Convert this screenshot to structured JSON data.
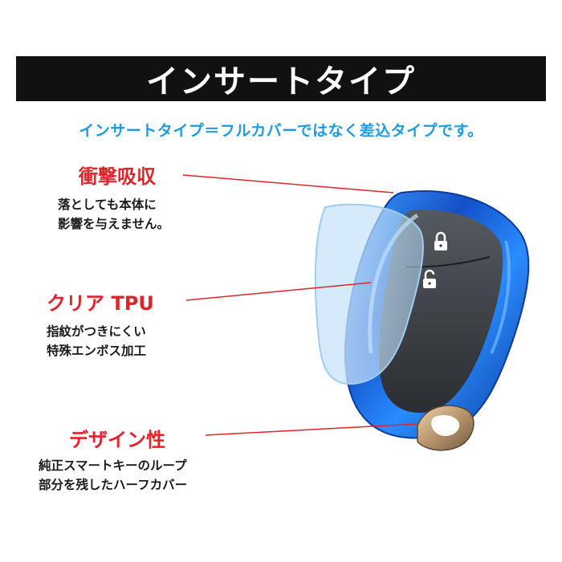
{
  "header": {
    "title": "インサートタイプ",
    "subtitle": "インサートタイプ＝フルカバーではなく差込タイプです。"
  },
  "features": [
    {
      "title": "衝撃吸収",
      "desc": [
        "落としても本体に",
        "影響を与えません。"
      ]
    },
    {
      "title": "クリア TPU",
      "desc": [
        "指紋がつきにくい",
        "特殊エンボス加工"
      ]
    },
    {
      "title": "デザイン性",
      "desc": [
        "純正スマートキーのループ",
        "部分を残したハーフカバー"
      ]
    }
  ],
  "colors": {
    "accent_red": "#e0242b",
    "accent_blue": "#1e9be0",
    "cover_blue": "#1f6fe0",
    "bar_black": "#111111"
  },
  "icons": [
    "lock-icon",
    "unlock-icon"
  ]
}
